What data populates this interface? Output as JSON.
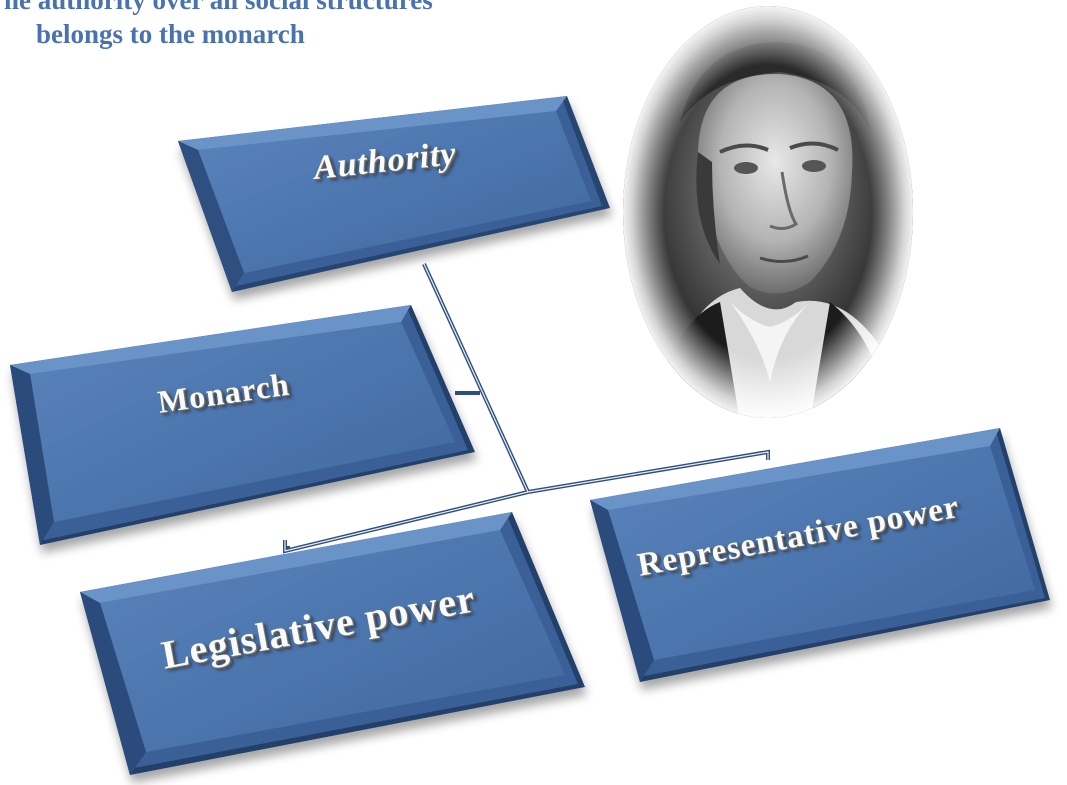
{
  "title": {
    "line1": "The authority over all social structures",
    "line2": "belongs to the monarch"
  },
  "boxes": {
    "authority": "Authority",
    "monarch": "Monarch",
    "legislative": "Legislative power",
    "representative": "Representative power"
  },
  "colors": {
    "title": "#4a72b0",
    "box_face": "#4a73a8",
    "box_dark": "#1f3a63",
    "connector": "#2d4f80"
  }
}
